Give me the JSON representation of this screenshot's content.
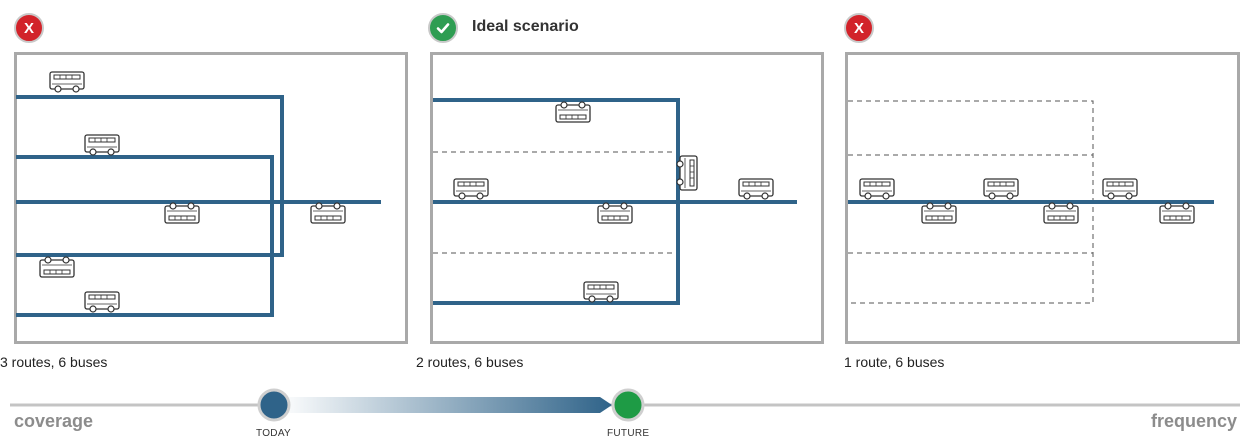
{
  "panels": [
    {
      "status": "bad",
      "status_icon": "x-icon",
      "badge_text": "X",
      "title": "",
      "caption": "3 routes, 6 buses"
    },
    {
      "status": "good",
      "status_icon": "check-icon",
      "badge_text": "",
      "title": "Ideal scenario",
      "caption": "2 routes, 6 buses"
    },
    {
      "status": "bad",
      "status_icon": "x-icon",
      "badge_text": "X",
      "title": "",
      "caption": "1 route, 6 buses"
    }
  ],
  "spectrum": {
    "left_label": "coverage",
    "right_label": "frequency",
    "today_label": "TODAY",
    "future_label": "FUTURE"
  },
  "colors": {
    "route_blue": "#2f6389",
    "frame_gray": "#a9a9a9",
    "bad_red": "#d2232a",
    "good_green": "#2e9d52",
    "today_marker": "#2f6389",
    "future_marker": "#1e9b45"
  }
}
